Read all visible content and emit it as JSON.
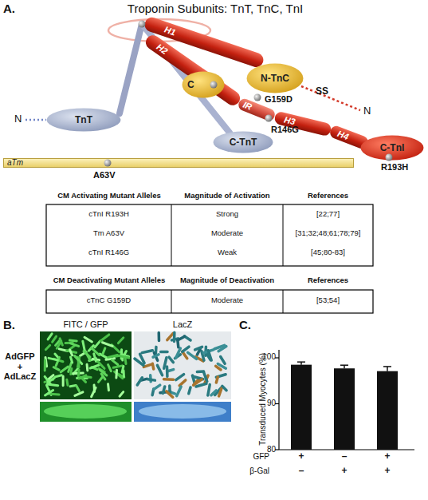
{
  "diagram": {
    "title": "Troponin Subunits: TnT, TnC, TnI",
    "nodes": [
      {
        "text": [
          "H1"
        ]
      },
      {
        "text": [
          "H2"
        ]
      },
      {
        "text": [
          "N-TnC"
        ]
      },
      {
        "text": [
          "C"
        ]
      },
      {
        "text": [
          "TnT"
        ]
      },
      {
        "text": [
          "C-TnT"
        ]
      },
      {
        "text": [
          "IR"
        ]
      },
      {
        "text": [
          "H3"
        ]
      },
      {
        "text": [
          "H4"
        ]
      },
      {
        "text": [
          "C-TnI"
        ]
      },
      {
        "text": [
          "aTm"
        ]
      }
    ],
    "labels": [
      "A.",
      "N",
      "G159D",
      "SS",
      "N",
      "R146G",
      "A63V",
      "R193H",
      "CM Activating Mutant Alleles",
      "Magnitude of Activation",
      "References",
      "cTnI R193H",
      "Strong",
      "[22;77]",
      "Tm A63V",
      "Moderate",
      "[31;32;48;61;78;79]",
      "cTnI R146G",
      "Weak",
      "[45;80-83]",
      "CM Deactivating Mutant Alleles",
      "Magnitude of Deactivation",
      "References",
      "cTnC G159D",
      "Moderate",
      "[53;54]",
      "B.",
      "FITC / GFP",
      "LacZ",
      "AdGFP + AdLacZ",
      "C.",
      "Transduced Myocytes (%)",
      "100",
      "90",
      "80",
      "GFP",
      "β-Gal",
      "+",
      "–",
      "+",
      "–",
      "+",
      "+"
    ]
  }
}
